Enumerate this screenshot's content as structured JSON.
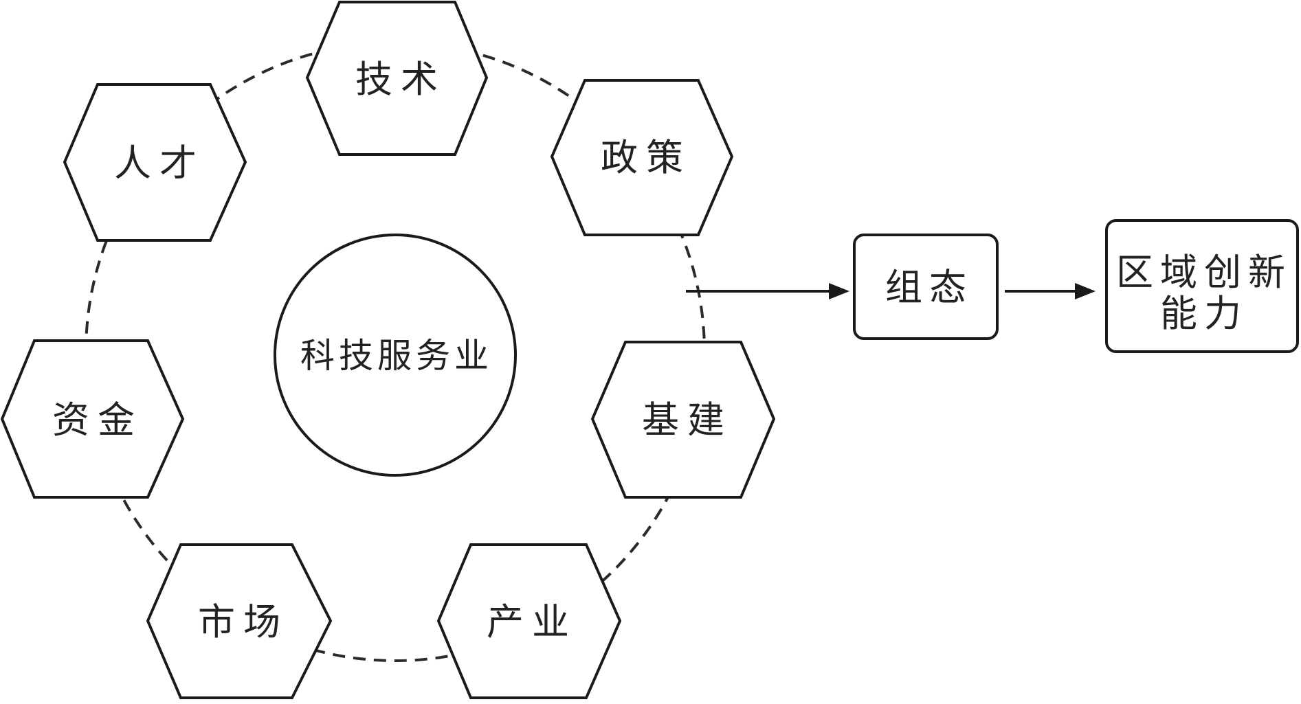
{
  "center": {
    "label": "科技服务业"
  },
  "factors": [
    {
      "id": "jishu",
      "label": "技术"
    },
    {
      "id": "zhengce",
      "label": "政策"
    },
    {
      "id": "jijian",
      "label": "基建"
    },
    {
      "id": "chanye",
      "label": "产业"
    },
    {
      "id": "shichang",
      "label": "市场"
    },
    {
      "id": "zijin",
      "label": "资金"
    },
    {
      "id": "rencai",
      "label": "人才"
    }
  ],
  "flow": {
    "middle_box": {
      "label": "组态"
    },
    "output_box": {
      "line1": "区域创新",
      "line2": "能力"
    }
  },
  "colors": {
    "stroke": "#1a1a1a",
    "background": "#ffffff"
  }
}
